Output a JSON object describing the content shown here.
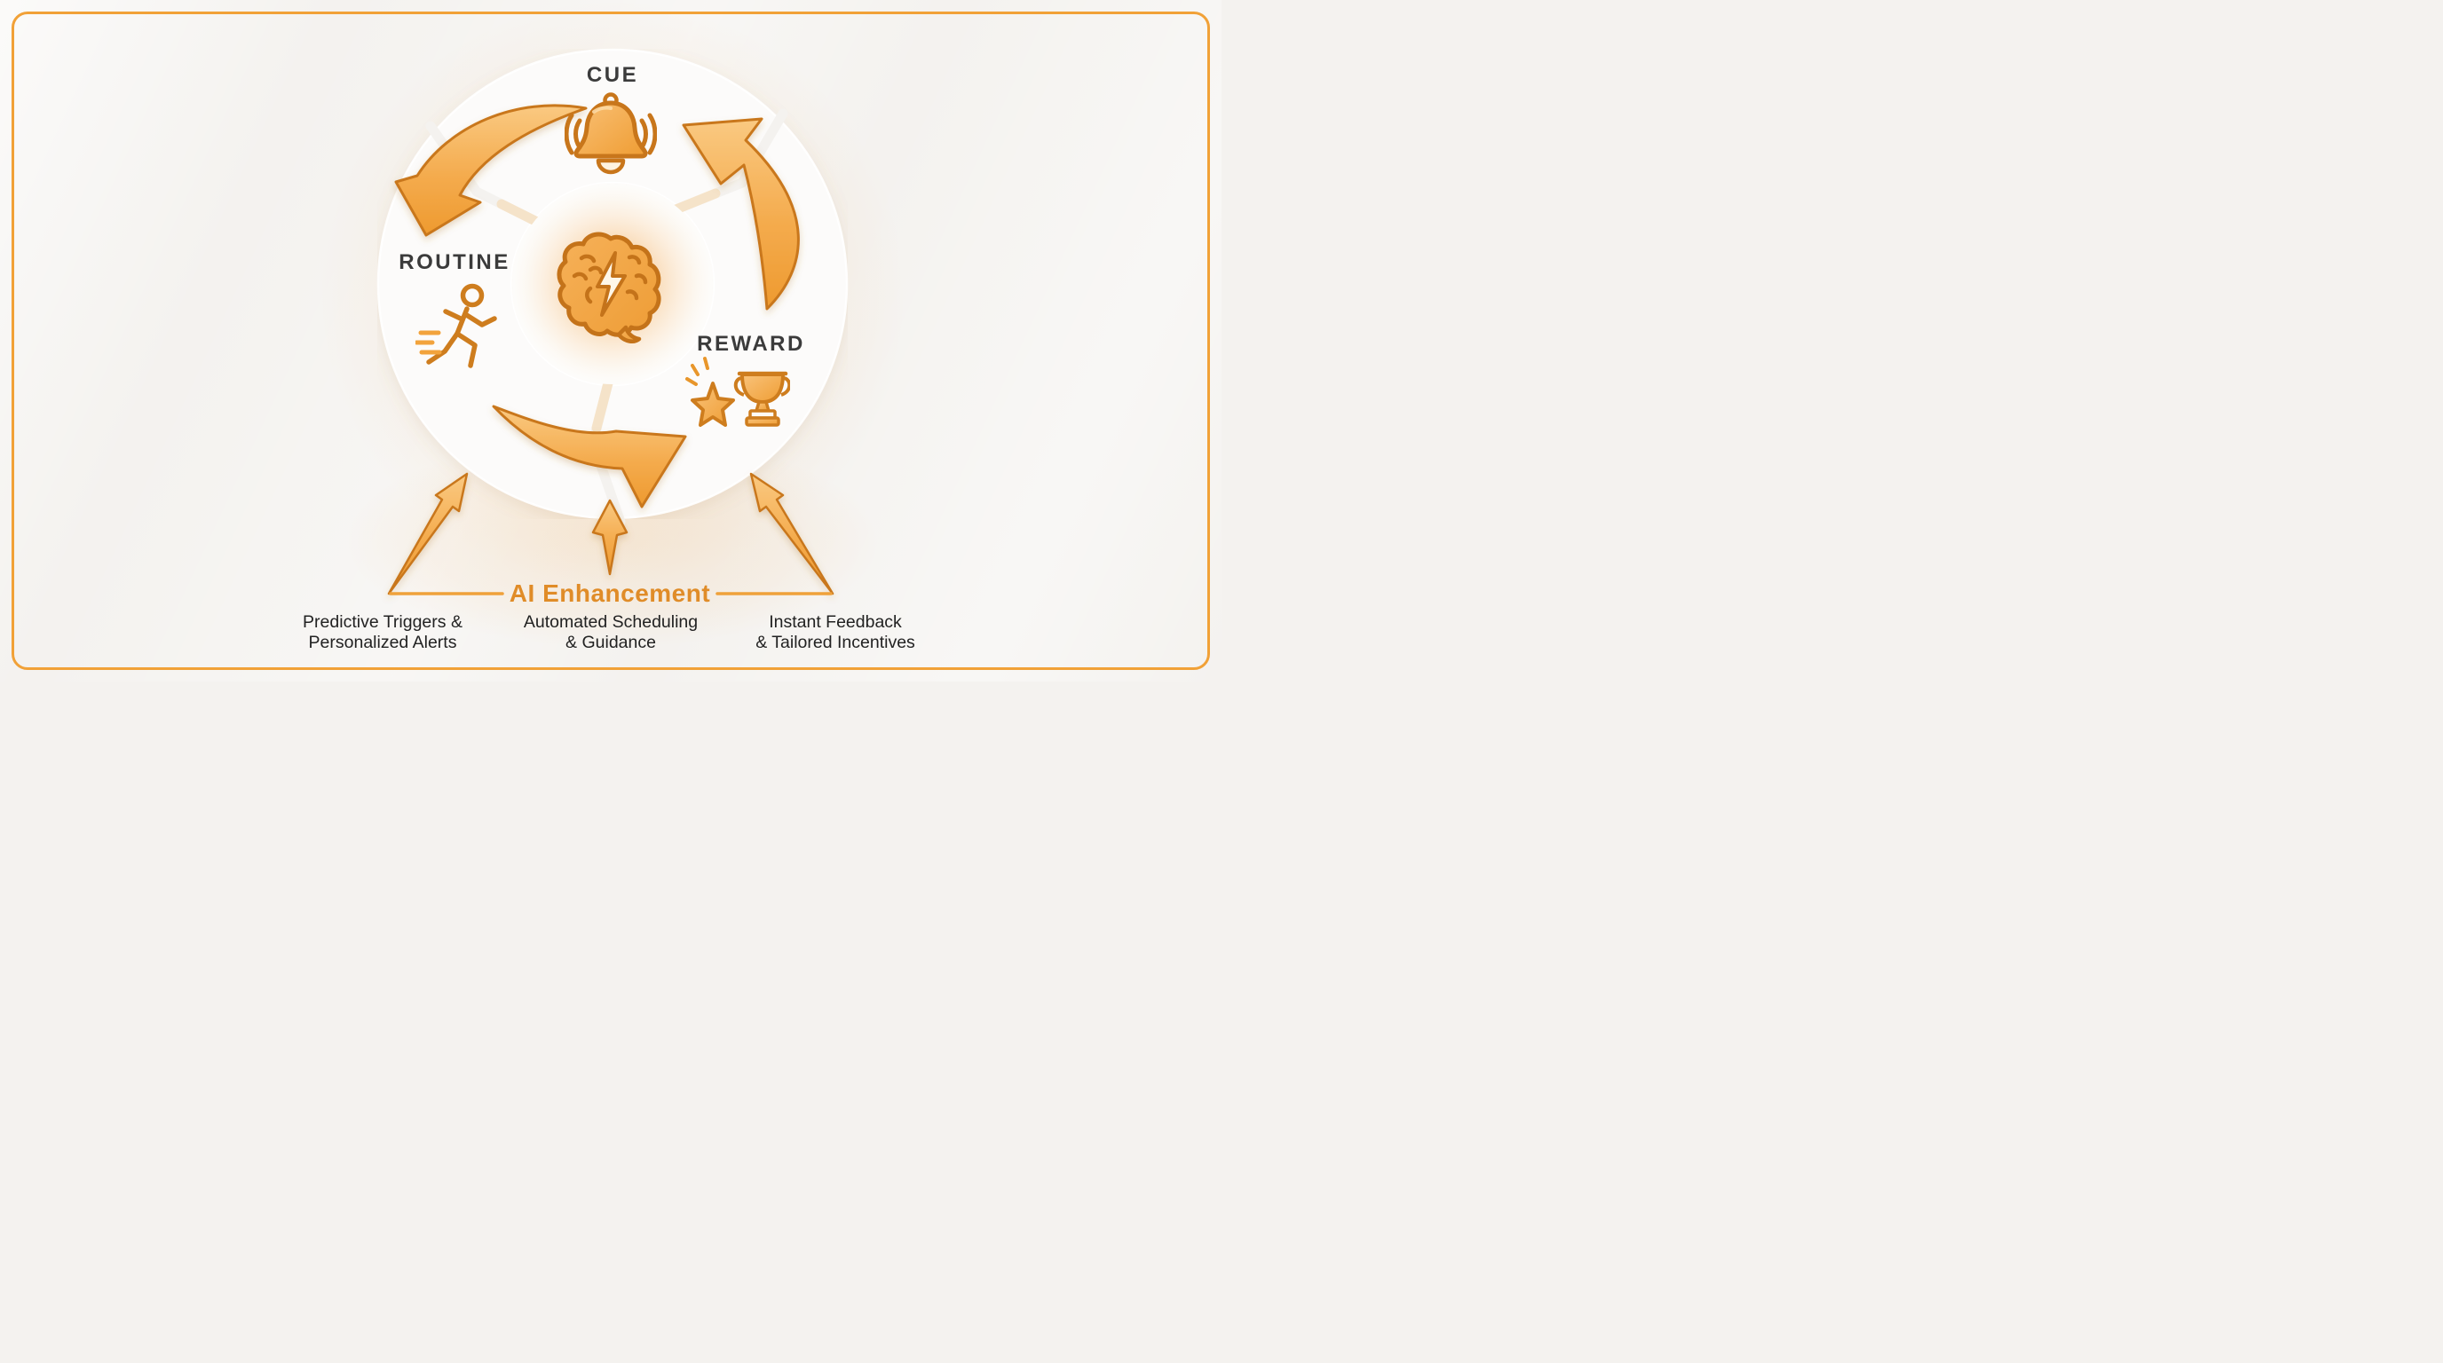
{
  "stages": {
    "cue": {
      "label": "CUE",
      "icon": "bell-icon"
    },
    "routine": {
      "label": "ROUTINE",
      "icon": "runner-icon"
    },
    "reward": {
      "label": "REWARD",
      "icon": "star-trophy-icon"
    }
  },
  "center": {
    "icon": "brain-bolt-icon"
  },
  "ai": {
    "title": "AI Enhancement",
    "captions": [
      {
        "line1": "Predictive Triggers &",
        "line2": "Personalized Alerts"
      },
      {
        "line1": "Automated Scheduling",
        "line2": "& Guidance"
      },
      {
        "line1": "Instant Feedback",
        "line2": "& Tailored Incentives"
      }
    ]
  },
  "colors": {
    "accent": "#E8922C",
    "arrow_fill_light": "#F9C37C",
    "arrow_fill_dark": "#EF9C31",
    "outline": "#C9771B",
    "stage_label": "#3B3B3B",
    "caption_text": "#222222",
    "frame_border": "#F1A137",
    "background": "#F4F2EF"
  }
}
